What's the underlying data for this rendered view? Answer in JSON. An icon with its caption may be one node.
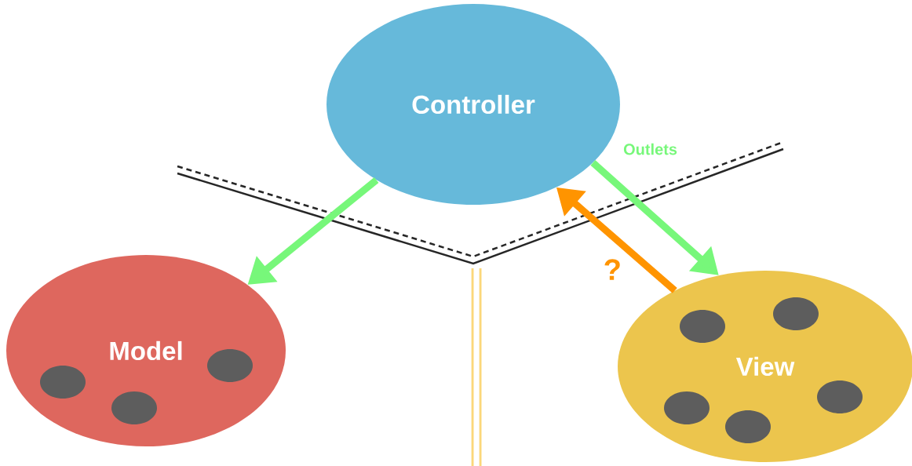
{
  "diagram": {
    "nodes": [
      {
        "text": [
          "Controller"
        ]
      },
      {
        "text": [
          "Model"
        ]
      },
      {
        "text": [
          "View"
        ]
      }
    ],
    "edges": [
      {
        "from": 0,
        "to": 1,
        "arrow": "to"
      },
      {
        "from": 0,
        "to": 2,
        "arrow": "to",
        "label": "Outlets"
      },
      {
        "from": 2,
        "to": 0,
        "arrow": "to",
        "label": "?",
        "color": "#ff9400"
      }
    ]
  }
}
